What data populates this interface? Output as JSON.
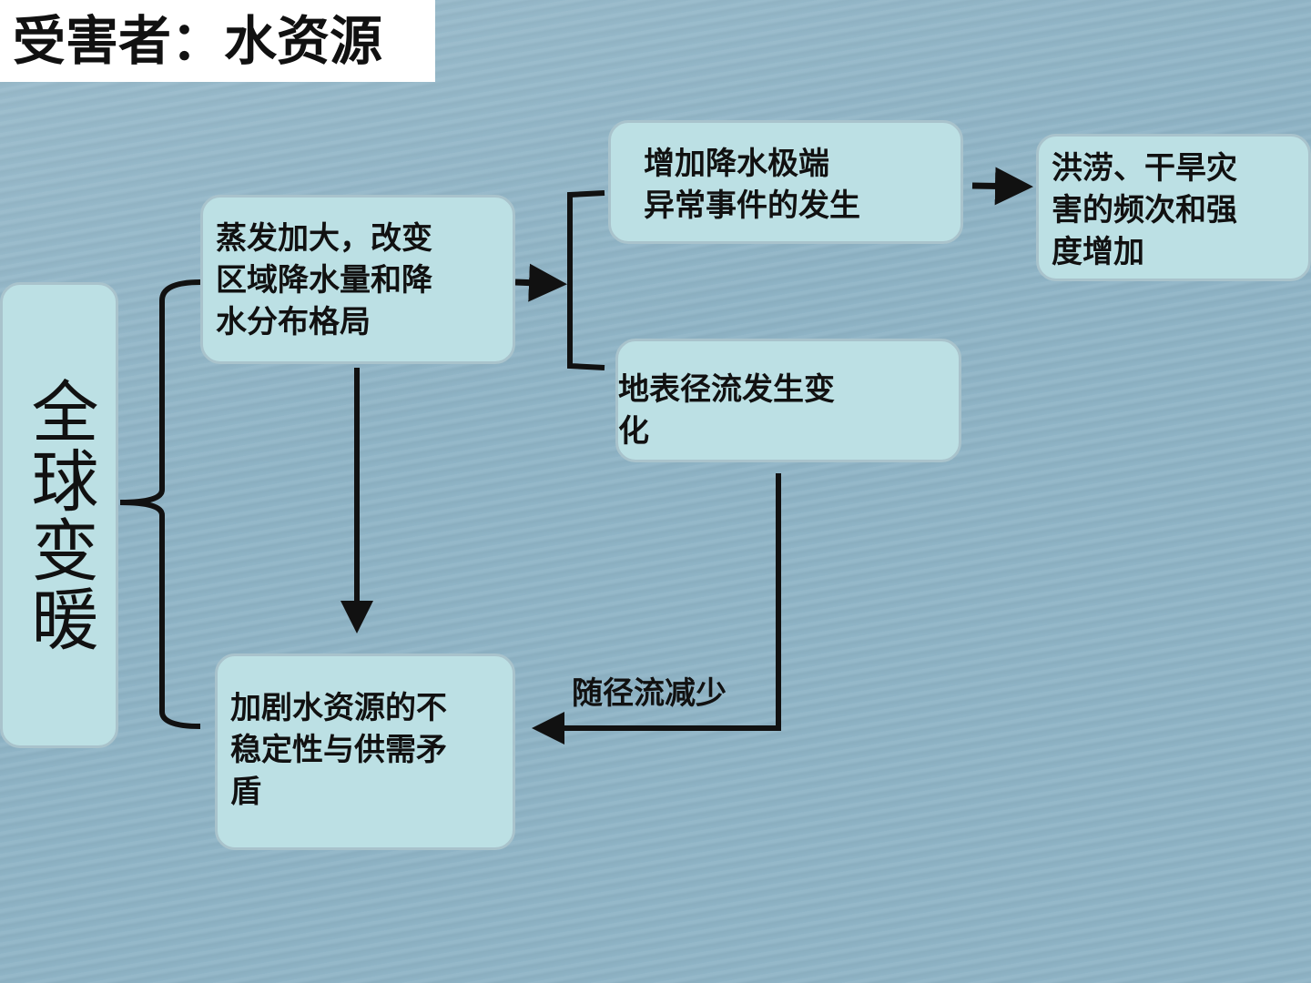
{
  "title": "受害者：水资源",
  "nodes": {
    "root": "全球变暖",
    "evaporation": "蒸发加大，改变\n区域降水量和降\n水分布格局",
    "extreme_events": "增加降水极端\n异常事件的发生",
    "disasters": "洪涝、干旱灾\n害的频次和强\n度增加",
    "runoff": "地表径流发生变\n化",
    "water_supply": "加剧水资源的不\n稳定性与供需矛\n盾"
  },
  "edge_labels": {
    "runoff_to_water": "随径流减少"
  },
  "colors": {
    "background": "#8fb4c6",
    "node_fill": "#bce0e4",
    "node_border": "#a9c3cc",
    "line": "#111111"
  }
}
